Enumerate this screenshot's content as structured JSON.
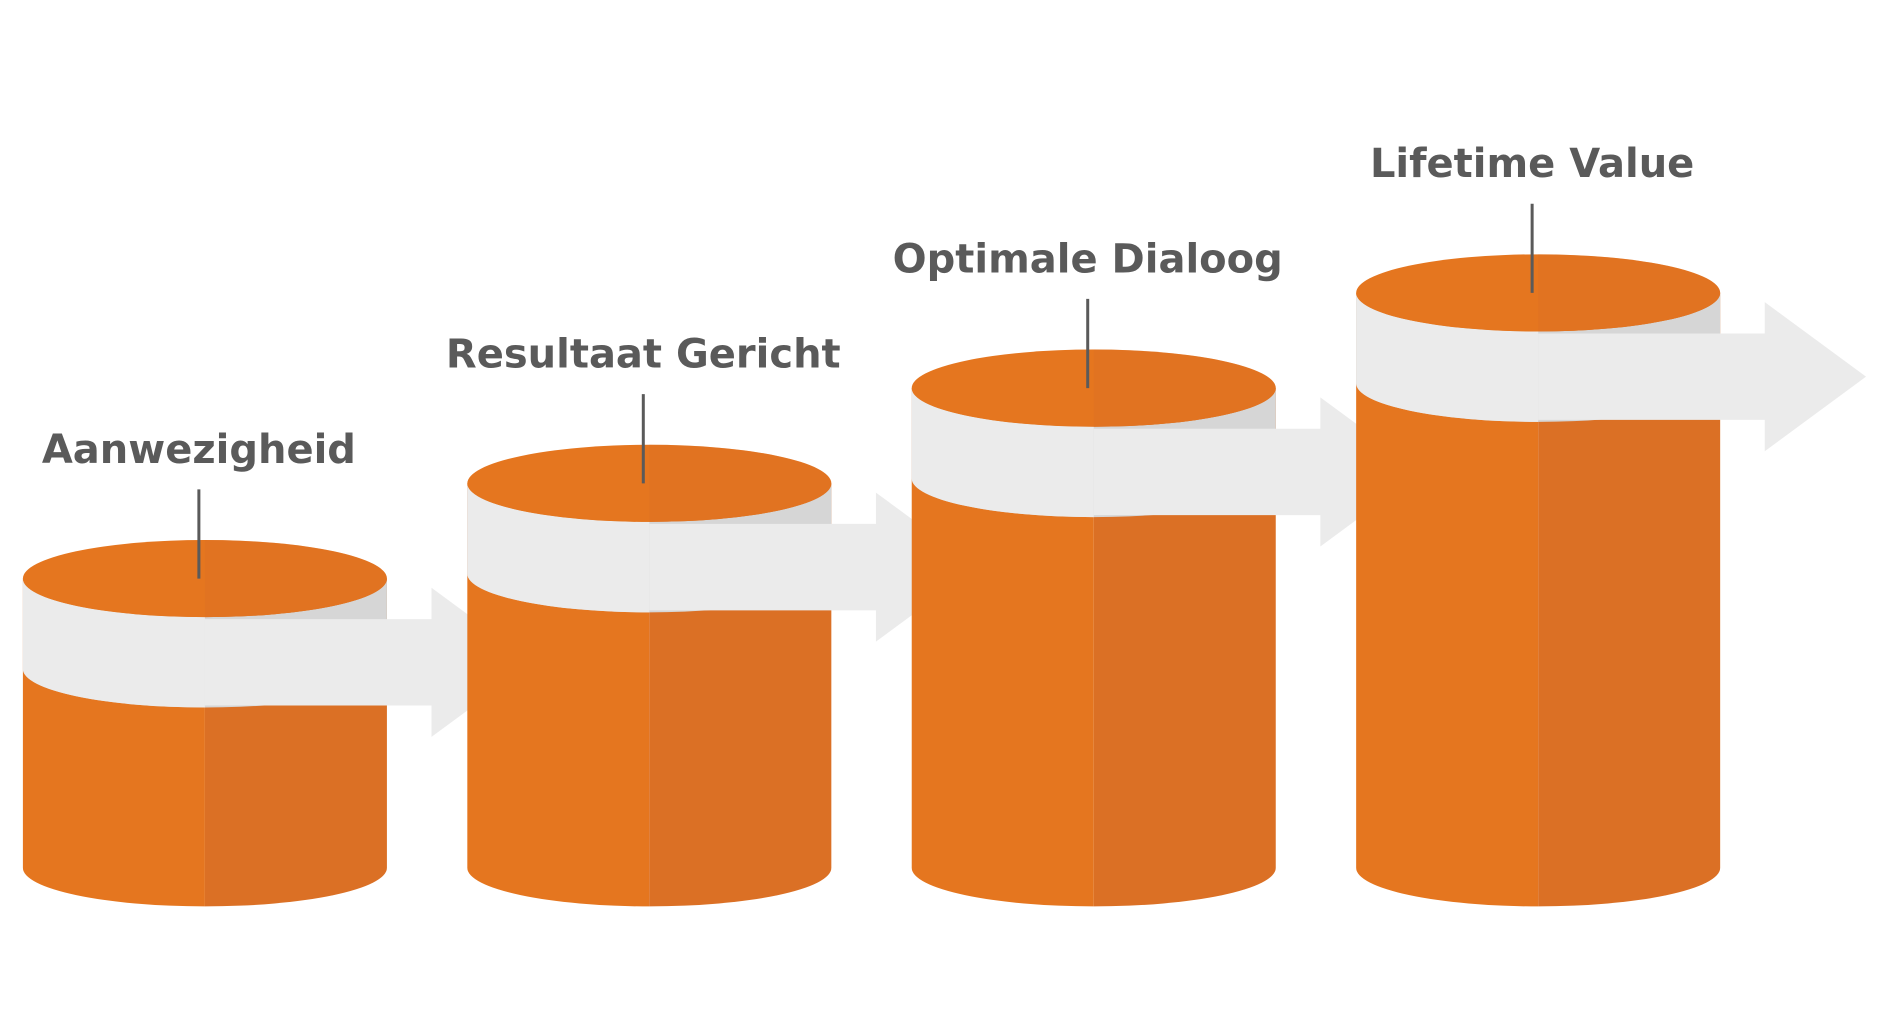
{
  "diagram": {
    "steps": [
      {
        "label": "Aanwezigheid"
      },
      {
        "label": "Resultaat Gericht"
      },
      {
        "label": "Optimale Dialoog"
      },
      {
        "label": "Lifetime Value"
      }
    ]
  },
  "colors": {
    "cylinder_light": "#e5761f",
    "cylinder_dark": "#db7025",
    "band_light": "#ebebeb",
    "band_dark": "#d6d6d6",
    "label_text": "#5a5a5a",
    "leader_line": "#5a5a5a",
    "background": "#ffffff"
  }
}
